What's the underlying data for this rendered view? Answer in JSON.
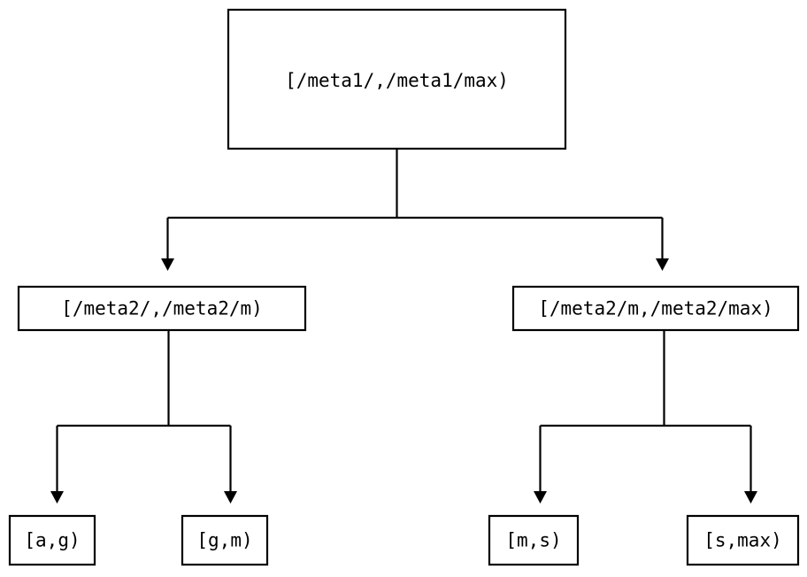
{
  "diagram": {
    "type": "tree",
    "title": "",
    "orientation": "top-down",
    "colors": {
      "background": "#ffffff",
      "node_fill": "#ffffff",
      "node_stroke": "#000000",
      "edge": "#000000",
      "text": "#000000"
    },
    "edge_style": {
      "router": "orthogonal",
      "arrowhead": "filled-triangle-down"
    },
    "nodes": {
      "root": {
        "label": "[/meta1/,/meta1/max)",
        "level": 0
      },
      "mid_left": {
        "label": "[/meta2/,/meta2/m)",
        "level": 1
      },
      "mid_right": {
        "label": "[/meta2/m,/meta2/max)",
        "level": 1
      },
      "leaf_a_g": {
        "label": "[a,g)",
        "level": 2
      },
      "leaf_g_m": {
        "label": "[g,m)",
        "level": 2
      },
      "leaf_m_s": {
        "label": "[m,s)",
        "level": 2
      },
      "leaf_s_max": {
        "label": "[s,max)",
        "level": 2
      }
    },
    "edges": [
      {
        "from": "root",
        "to": "mid_left"
      },
      {
        "from": "root",
        "to": "mid_right"
      },
      {
        "from": "mid_left",
        "to": "leaf_a_g"
      },
      {
        "from": "mid_left",
        "to": "leaf_g_m"
      },
      {
        "from": "mid_right",
        "to": "leaf_m_s"
      },
      {
        "from": "mid_right",
        "to": "leaf_s_max"
      }
    ]
  }
}
